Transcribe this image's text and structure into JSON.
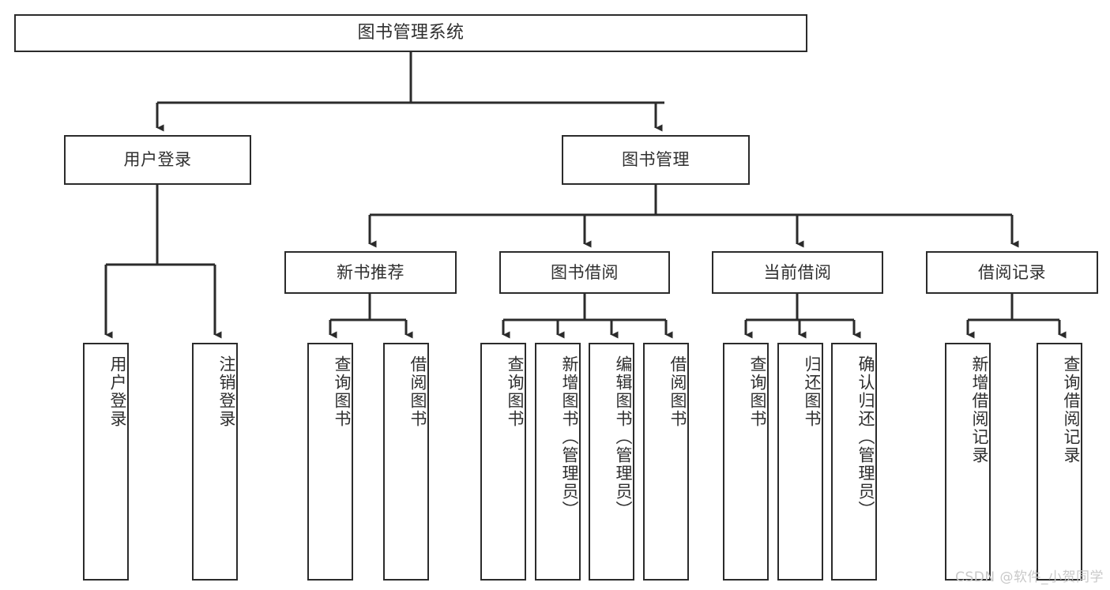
{
  "diagram": {
    "type": "tree-hierarchy-flowchart",
    "title": "图书管理系统",
    "watermark": "CSDN @软件_小贺同学",
    "colors": {
      "stroke": "#2b2b2b",
      "text": "#2f2f2f",
      "background": "#ffffff",
      "watermark": "#c9c9c9"
    },
    "levels": {
      "root": {
        "label": "图书管理系统"
      },
      "level1": [
        {
          "label": "用户登录"
        },
        {
          "label": "图书管理"
        }
      ],
      "level2": [
        {
          "label": "新书推荐"
        },
        {
          "label": "图书借阅"
        },
        {
          "label": "当前借阅"
        },
        {
          "label": "借阅记录"
        }
      ],
      "leaves": {
        "user_login": [
          {
            "label": "用户登录"
          },
          {
            "label": "注销登录"
          }
        ],
        "new_book_recommend": [
          {
            "label": "查询图书"
          },
          {
            "label": "借阅图书"
          }
        ],
        "book_borrow": [
          {
            "label": "查询图书"
          },
          {
            "label": "新增图书（管理员）"
          },
          {
            "label": "编辑图书（管理员）"
          },
          {
            "label": "借阅图书"
          }
        ],
        "current_borrow": [
          {
            "label": "查询图书"
          },
          {
            "label": "归还图书"
          },
          {
            "label": "确认归还（管理员）"
          }
        ],
        "borrow_record": [
          {
            "label": "新增借阅记录"
          },
          {
            "label": "查询借阅记录"
          }
        ]
      }
    }
  }
}
